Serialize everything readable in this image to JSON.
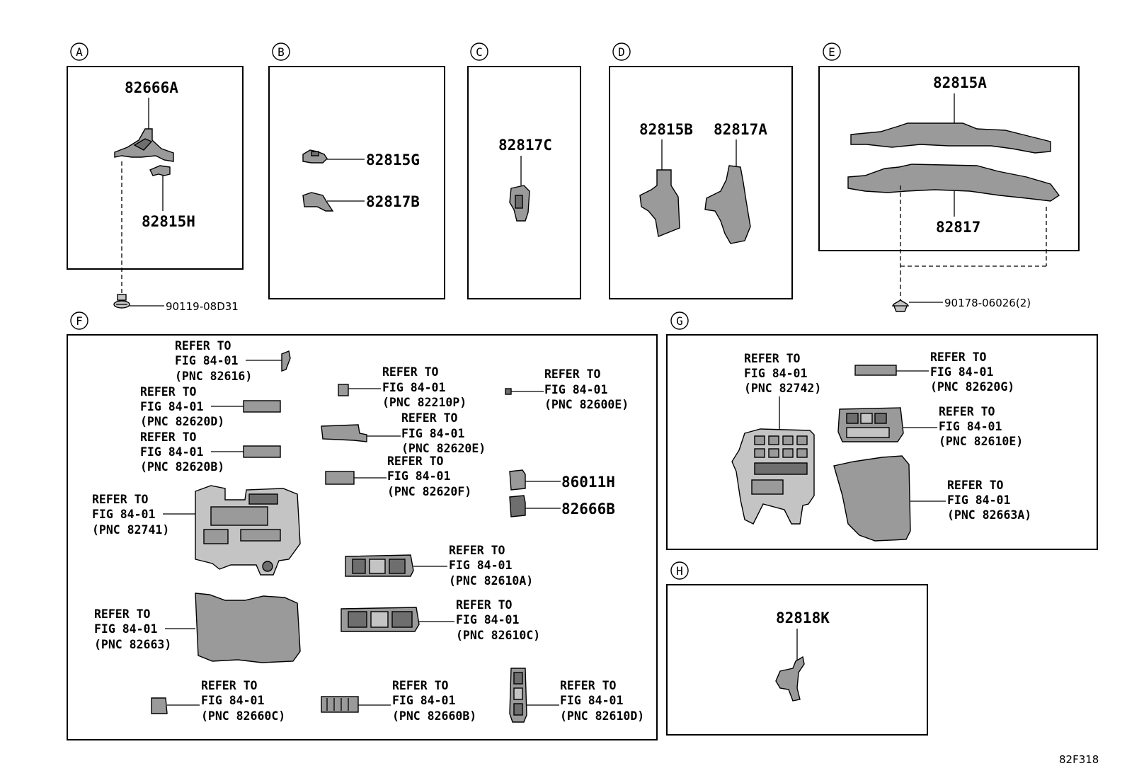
{
  "sections": {
    "a": {
      "letter": "A"
    },
    "b": {
      "letter": "B"
    },
    "c": {
      "letter": "C"
    },
    "d": {
      "letter": "D"
    },
    "e": {
      "letter": "E"
    },
    "f": {
      "letter": "F"
    },
    "g": {
      "letter": "G"
    },
    "h": {
      "letter": "H"
    }
  },
  "parts": {
    "p82666A": "82666A",
    "p82815H": "82815H",
    "p90119": "90119-08D31",
    "p82815G": "82815G",
    "p82817B": "82817B",
    "p82817C": "82817C",
    "p82815B": "82815B",
    "p82817A": "82817A",
    "p82815A": "82815A",
    "p82817": "82817",
    "p90178": "90178-06026(2)",
    "p86011H": "86011H",
    "p82666B": "82666B",
    "p82818K": "82818K"
  },
  "refer": {
    "line1": "REFER TO",
    "line2": "FIG 84-01",
    "pnc": {
      "r82616": "(PNC 82616)",
      "r82620D": "(PNC 82620D)",
      "r82620B": "(PNC 82620B)",
      "r82741": "(PNC 82741)",
      "r82663": "(PNC 82663)",
      "r82660C": "(PNC 82660C)",
      "r82210P": "(PNC 82210P)",
      "r82620E": "(PNC 82620E)",
      "r82620F": "(PNC 82620F)",
      "r82600E": "(PNC 82600E)",
      "r82610A": "(PNC 82610A)",
      "r82610C": "(PNC 82610C)",
      "r82660B": "(PNC 82660B)",
      "r82610D": "(PNC 82610D)",
      "r82742": "(PNC 82742)",
      "r82620G": "(PNC 82620G)",
      "r82610E": "(PNC 82610E)",
      "r82663A": "(PNC 82663A)"
    }
  },
  "diagram_code": "82F318"
}
